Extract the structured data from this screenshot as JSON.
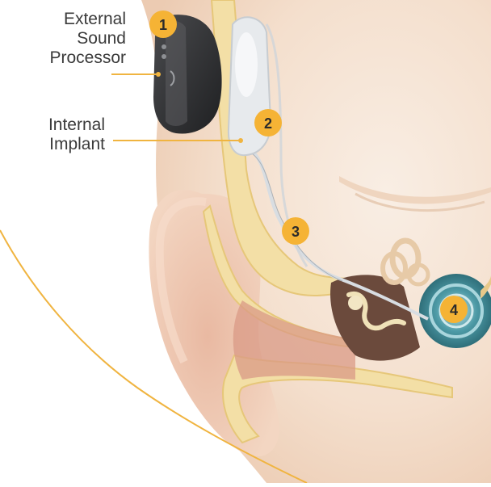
{
  "labels": {
    "processor": [
      "External",
      "Sound",
      "Processor"
    ],
    "implant": [
      "Internal",
      "Implant"
    ]
  },
  "badges": [
    "1",
    "2",
    "3",
    "4"
  ],
  "colors": {
    "badge": "#f5b335",
    "leader": "#f0b440",
    "skin": "#f6e4d4",
    "bone": "#f2dfa8",
    "processor_body": "#2f3032",
    "implant": "#dcdfe3",
    "cochlea": "#3d8a96"
  }
}
